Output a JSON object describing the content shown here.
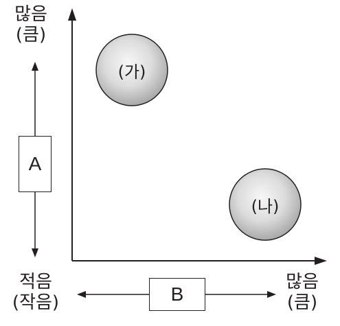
{
  "left_axis": {
    "top_label_line1": "많음",
    "top_label_line2": "(큼)",
    "bottom_label_line1": "적음",
    "bottom_label_line2": "(작음)",
    "box_label": "A"
  },
  "bottom_axis": {
    "right_label_line1": "많음",
    "right_label_line2": "(큼)",
    "box_label": "B"
  },
  "bubbles": [
    {
      "label": "(가)"
    },
    {
      "label": "(나)"
    }
  ],
  "colors": {
    "ink": "#231f20",
    "bubble_fill_center": "#f2f2f2",
    "bubble_fill_edge": "#b5b5b5"
  }
}
